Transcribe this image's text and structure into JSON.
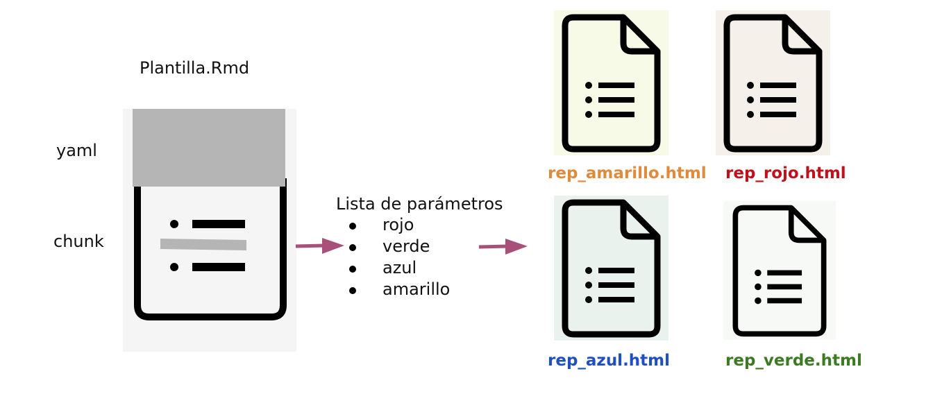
{
  "template": {
    "filename": "Plantilla.Rmd",
    "yaml_label": "yaml",
    "chunk_label": "chunk"
  },
  "parameters": {
    "title": "Lista de parámetros",
    "items": [
      "rojo",
      "verde",
      "azul",
      "amarillo"
    ]
  },
  "outputs": [
    {
      "label": "rep_amarillo.html",
      "color": "#e08a3c",
      "bg": "#f8fae8"
    },
    {
      "label": "rep_rojo.html",
      "color": "#c0101a",
      "bg": "#f6f0ea"
    },
    {
      "label": "rep_azul.html",
      "color": "#1f4fc0",
      "bg": "#eaf2ee"
    },
    {
      "label": "rep_verde.html",
      "color": "#3d7a24",
      "bg": "#f6f9f6"
    }
  ],
  "colors": {
    "arrow": "#a8507a",
    "yaml_block": "#b5b5b5",
    "template_bg": "#f5f5f5"
  },
  "icons": [
    "document-icon",
    "arrow-right-icon",
    "list-icon"
  ]
}
